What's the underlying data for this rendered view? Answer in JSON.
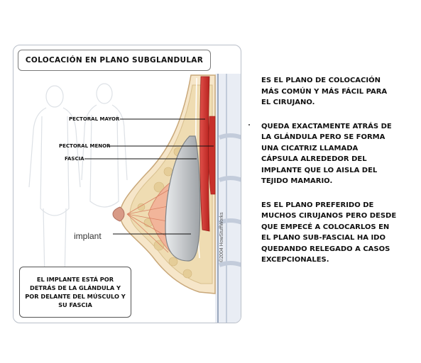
{
  "panel": {
    "title": "COLOCACIÓN EN PLANO SUBGLANDULAR",
    "labels": {
      "pectoral_mayor": "PECTORAL MAYOR",
      "pectoral_menor": "PECTORAL MENOR",
      "fascia": "FASCIA",
      "implant": "implant"
    },
    "caption": "EL IMPLANTE ESTÁ POR\nDETRÁS DE LA GLÁNDULA Y\nPOR DELANTE DEL MÚSCULO Y\nSU FASCIA",
    "copyright": "©2004 HowStuffWorks"
  },
  "description": {
    "paragraphs": [
      "ES EL PLANO DE COLOCACIÓN\nMÁS COMÚN Y MÁS FÁCIL PARA\nEL CIRUJANO.",
      "QUEDA EXACTAMENTE ATRÁS DE\nLA GLÁNDULA PERO SE FORMA\nUNA CICATRIZ LLAMADA\nCÁPSULA ALREDEDOR DEL\nIMPLANTE QUE LO AISLA DEL\nTEJIDO MAMARIO.",
      "ES EL PLANO PREFERIDO DE\nMUCHOS CIRUJANOS PERO DESDE\nQUE  EMPECÉ A COLOCARLOS EN\nEL PLANO SUB-FASCIAL HA IDO\nQUEDANDO RELEGADO A CASOS\nEXCEPCIONALES."
    ]
  },
  "colors": {
    "muscle": "#d63a34",
    "implant": "#c9cccf",
    "fat": "#efdcb2",
    "gland": "#f2b59a",
    "skin": "#f6e6c9"
  }
}
